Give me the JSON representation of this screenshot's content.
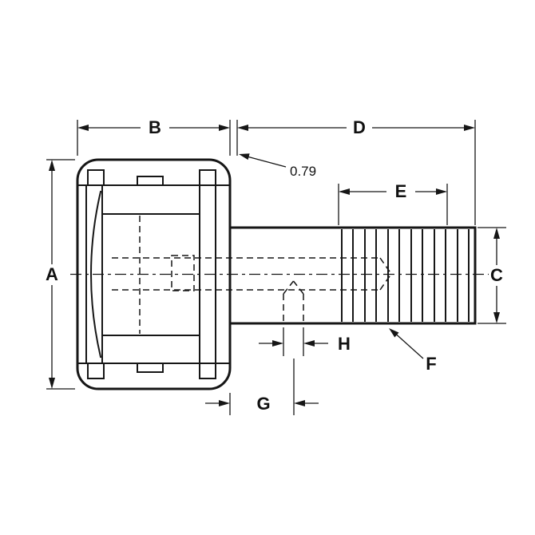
{
  "drawing": {
    "kind": "technical-drawing",
    "background": "#ffffff",
    "line_color": "#161616",
    "labels": {
      "A": "A",
      "B": "B",
      "C": "C",
      "D": "D",
      "E": "E",
      "F": "F",
      "G": "G",
      "H": "H"
    },
    "annotations": {
      "offset_value": "0.79"
    }
  }
}
